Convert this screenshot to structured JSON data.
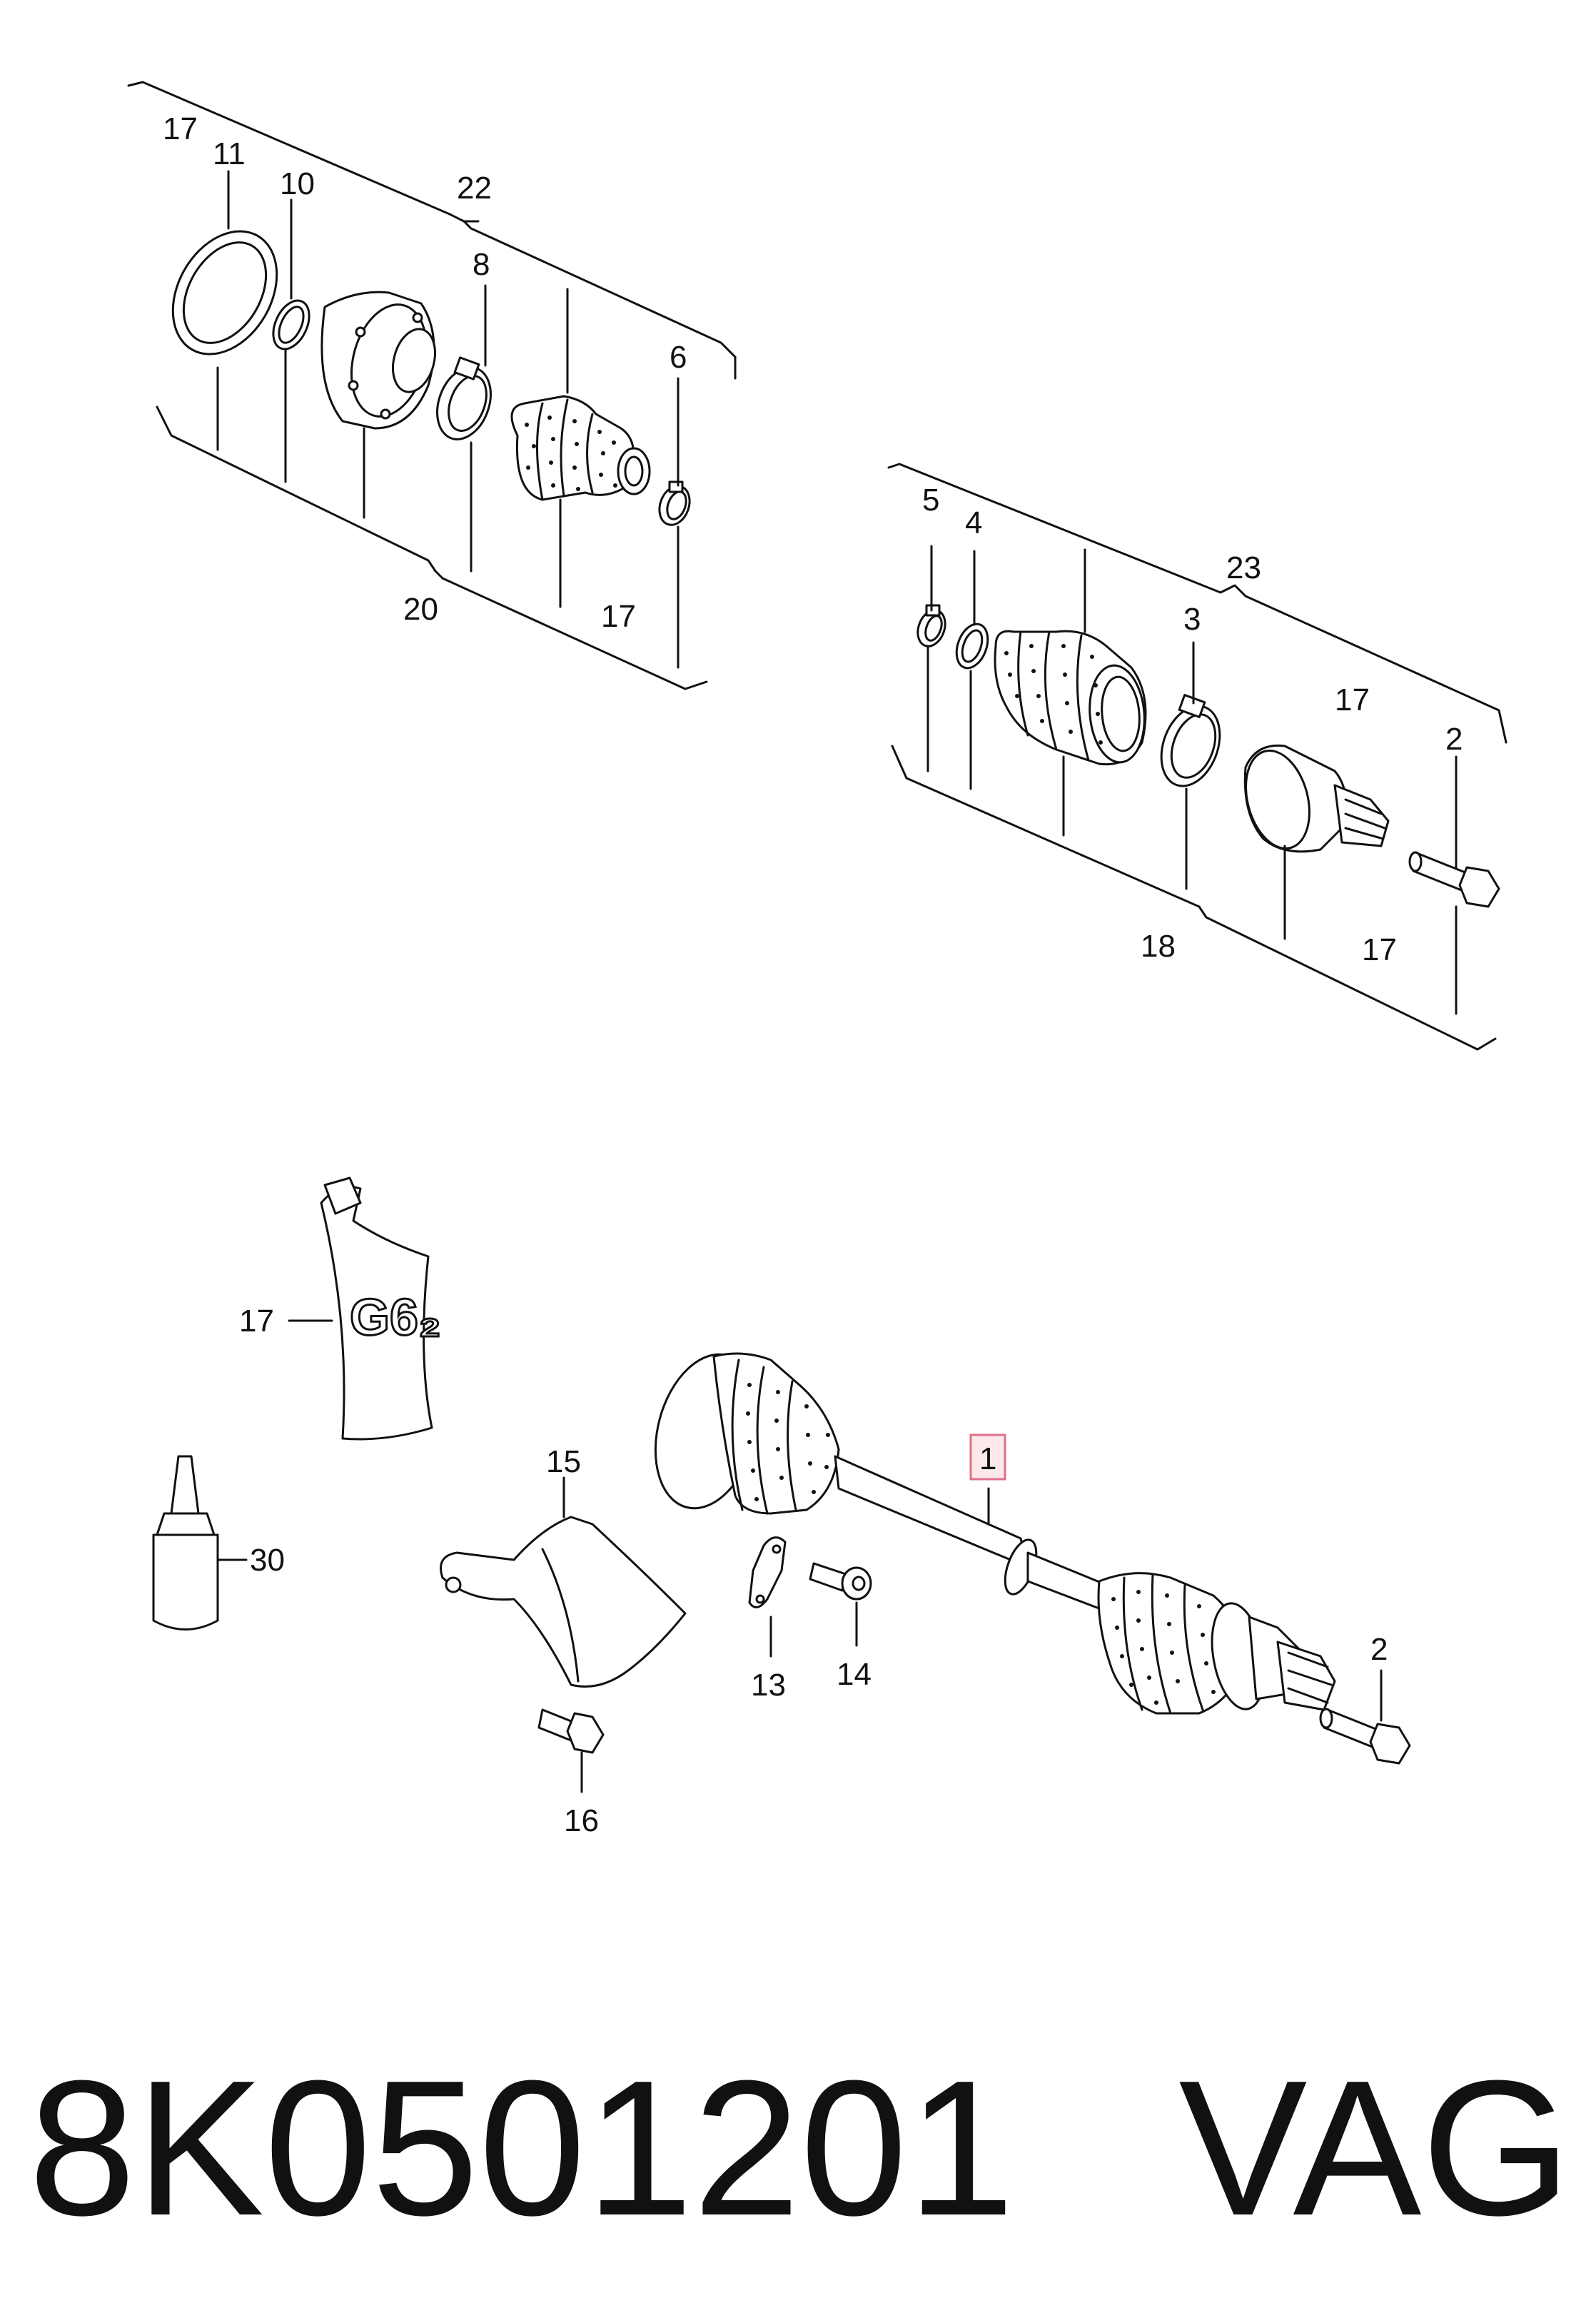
{
  "callouts": {
    "c1": "1",
    "c2a": "2",
    "c2b": "2",
    "c3": "3",
    "c4": "4",
    "c5": "5",
    "c6": "6",
    "c8": "8",
    "c10": "10",
    "c11": "11",
    "c13": "13",
    "c14": "14",
    "c15": "15",
    "c16": "16",
    "c17a": "17",
    "c17b": "17",
    "c17c": "17",
    "c17d": "17",
    "c17e": "17",
    "c18": "18",
    "c20": "20",
    "c22": "22",
    "c23": "23",
    "c30": "30"
  },
  "tube_marking": "G6₂",
  "footer": {
    "part_number": "8K0501201",
    "brand": "VAG"
  },
  "colors": {
    "line": "#111111",
    "highlight_border": "#e0708a",
    "highlight_fill": "#fde8ec"
  }
}
